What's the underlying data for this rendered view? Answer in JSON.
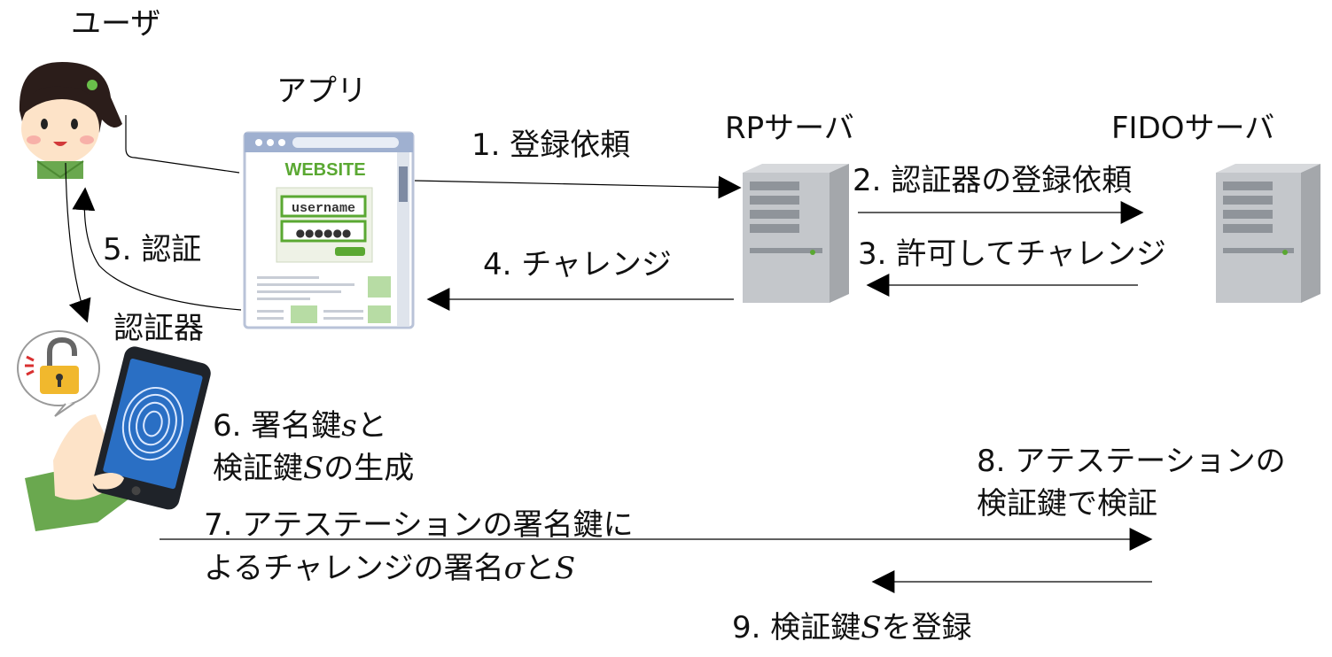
{
  "actors": {
    "user": "ユーザ",
    "app": "アプリ",
    "rp_server": "RPサーバ",
    "fido_server": "FIDOサーバ",
    "authenticator": "認証器"
  },
  "website_mock": {
    "title": "WEBSITE",
    "username_field": "username",
    "password_mask": "●●●●●●"
  },
  "steps": {
    "s1": "1. 登録依頼",
    "s2": "2. 認証器の登録依頼",
    "s3": "3. 許可してチャレンジ",
    "s4": "4. チャレンジ",
    "s5": "5. 認証",
    "s6_line1_a": "6. 署名鍵",
    "s6_line1_var": "s",
    "s6_line1_b": "と",
    "s6_line2_a": "検証鍵",
    "s6_line2_var": "S",
    "s6_line2_b": "の生成",
    "s7_line1": "7. アテステーションの署名鍵に",
    "s7_line2_a": "よるチャレンジの署名",
    "s7_line2_var1": "σ",
    "s7_line2_b": "と",
    "s7_line2_var2": "S",
    "s8_line1": "8. アテステーションの",
    "s8_line2": "検証鍵で検証",
    "s9_a": "9. 検証鍵",
    "s9_var": "S",
    "s9_b": "を登録"
  },
  "colors": {
    "arrow": "#000000",
    "website_green": "#5aa832",
    "browser_frame": "#8a9bbf",
    "server_gray": "#b9bcc0",
    "phone_screen": "#2a6fc4",
    "sleeve_green": "#6aa84f",
    "lock_yellow": "#f1b82d",
    "hair": "#2b1d1a",
    "skin": "#fde3c8"
  }
}
